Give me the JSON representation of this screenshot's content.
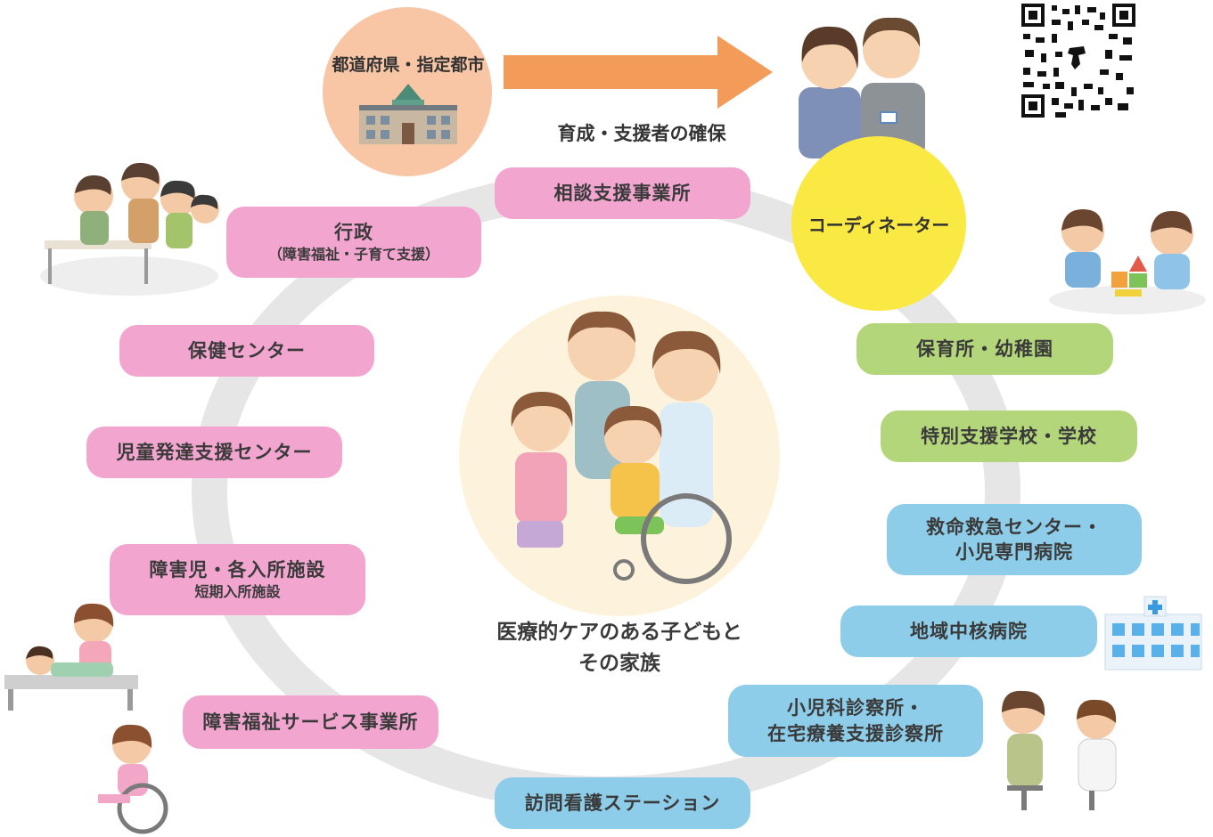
{
  "top": {
    "prefecture_label": "都道府県・指定都市",
    "arrow_caption": "育成・支援者の確保",
    "coordinator_label": "コーディネーター"
  },
  "center": {
    "line1": "医療的ケアのある子どもと",
    "line2": "その家族"
  },
  "boxes": {
    "soudan": "相談支援事業所",
    "gyousei": "行政",
    "gyousei_sub": "（障害福祉・子育て支援）",
    "hoken": "保健センター",
    "jidou": "児童発達支援センター",
    "shisetsu": "障害児・各入所施設",
    "shisetsu_sub": "短期入所施設",
    "fukushi": "障害福祉サービス事業所",
    "houmon": "訪問看護ステーション",
    "hoikusho": "保育所・幼稚園",
    "gakkou": "特別支援学校・学校",
    "kyumei_1": "救命救急センター・",
    "kyumei_2": "小児専門病院",
    "chiiki": "地域中核病院",
    "shinryo_1": "小児科診察所・",
    "shinryo_2": "在宅療養支援診察所"
  },
  "colors": {
    "pink": "#f2a6cf",
    "green": "#b4d67a",
    "blue": "#8dcde9",
    "ring": "#e6e6e6",
    "arrow": "#f39c5a",
    "coordinator": "#fbe943"
  },
  "icons": {
    "building": "prefecture-building-icon",
    "qr": "qr-code-icon",
    "hospital": "hospital-building-icon"
  }
}
